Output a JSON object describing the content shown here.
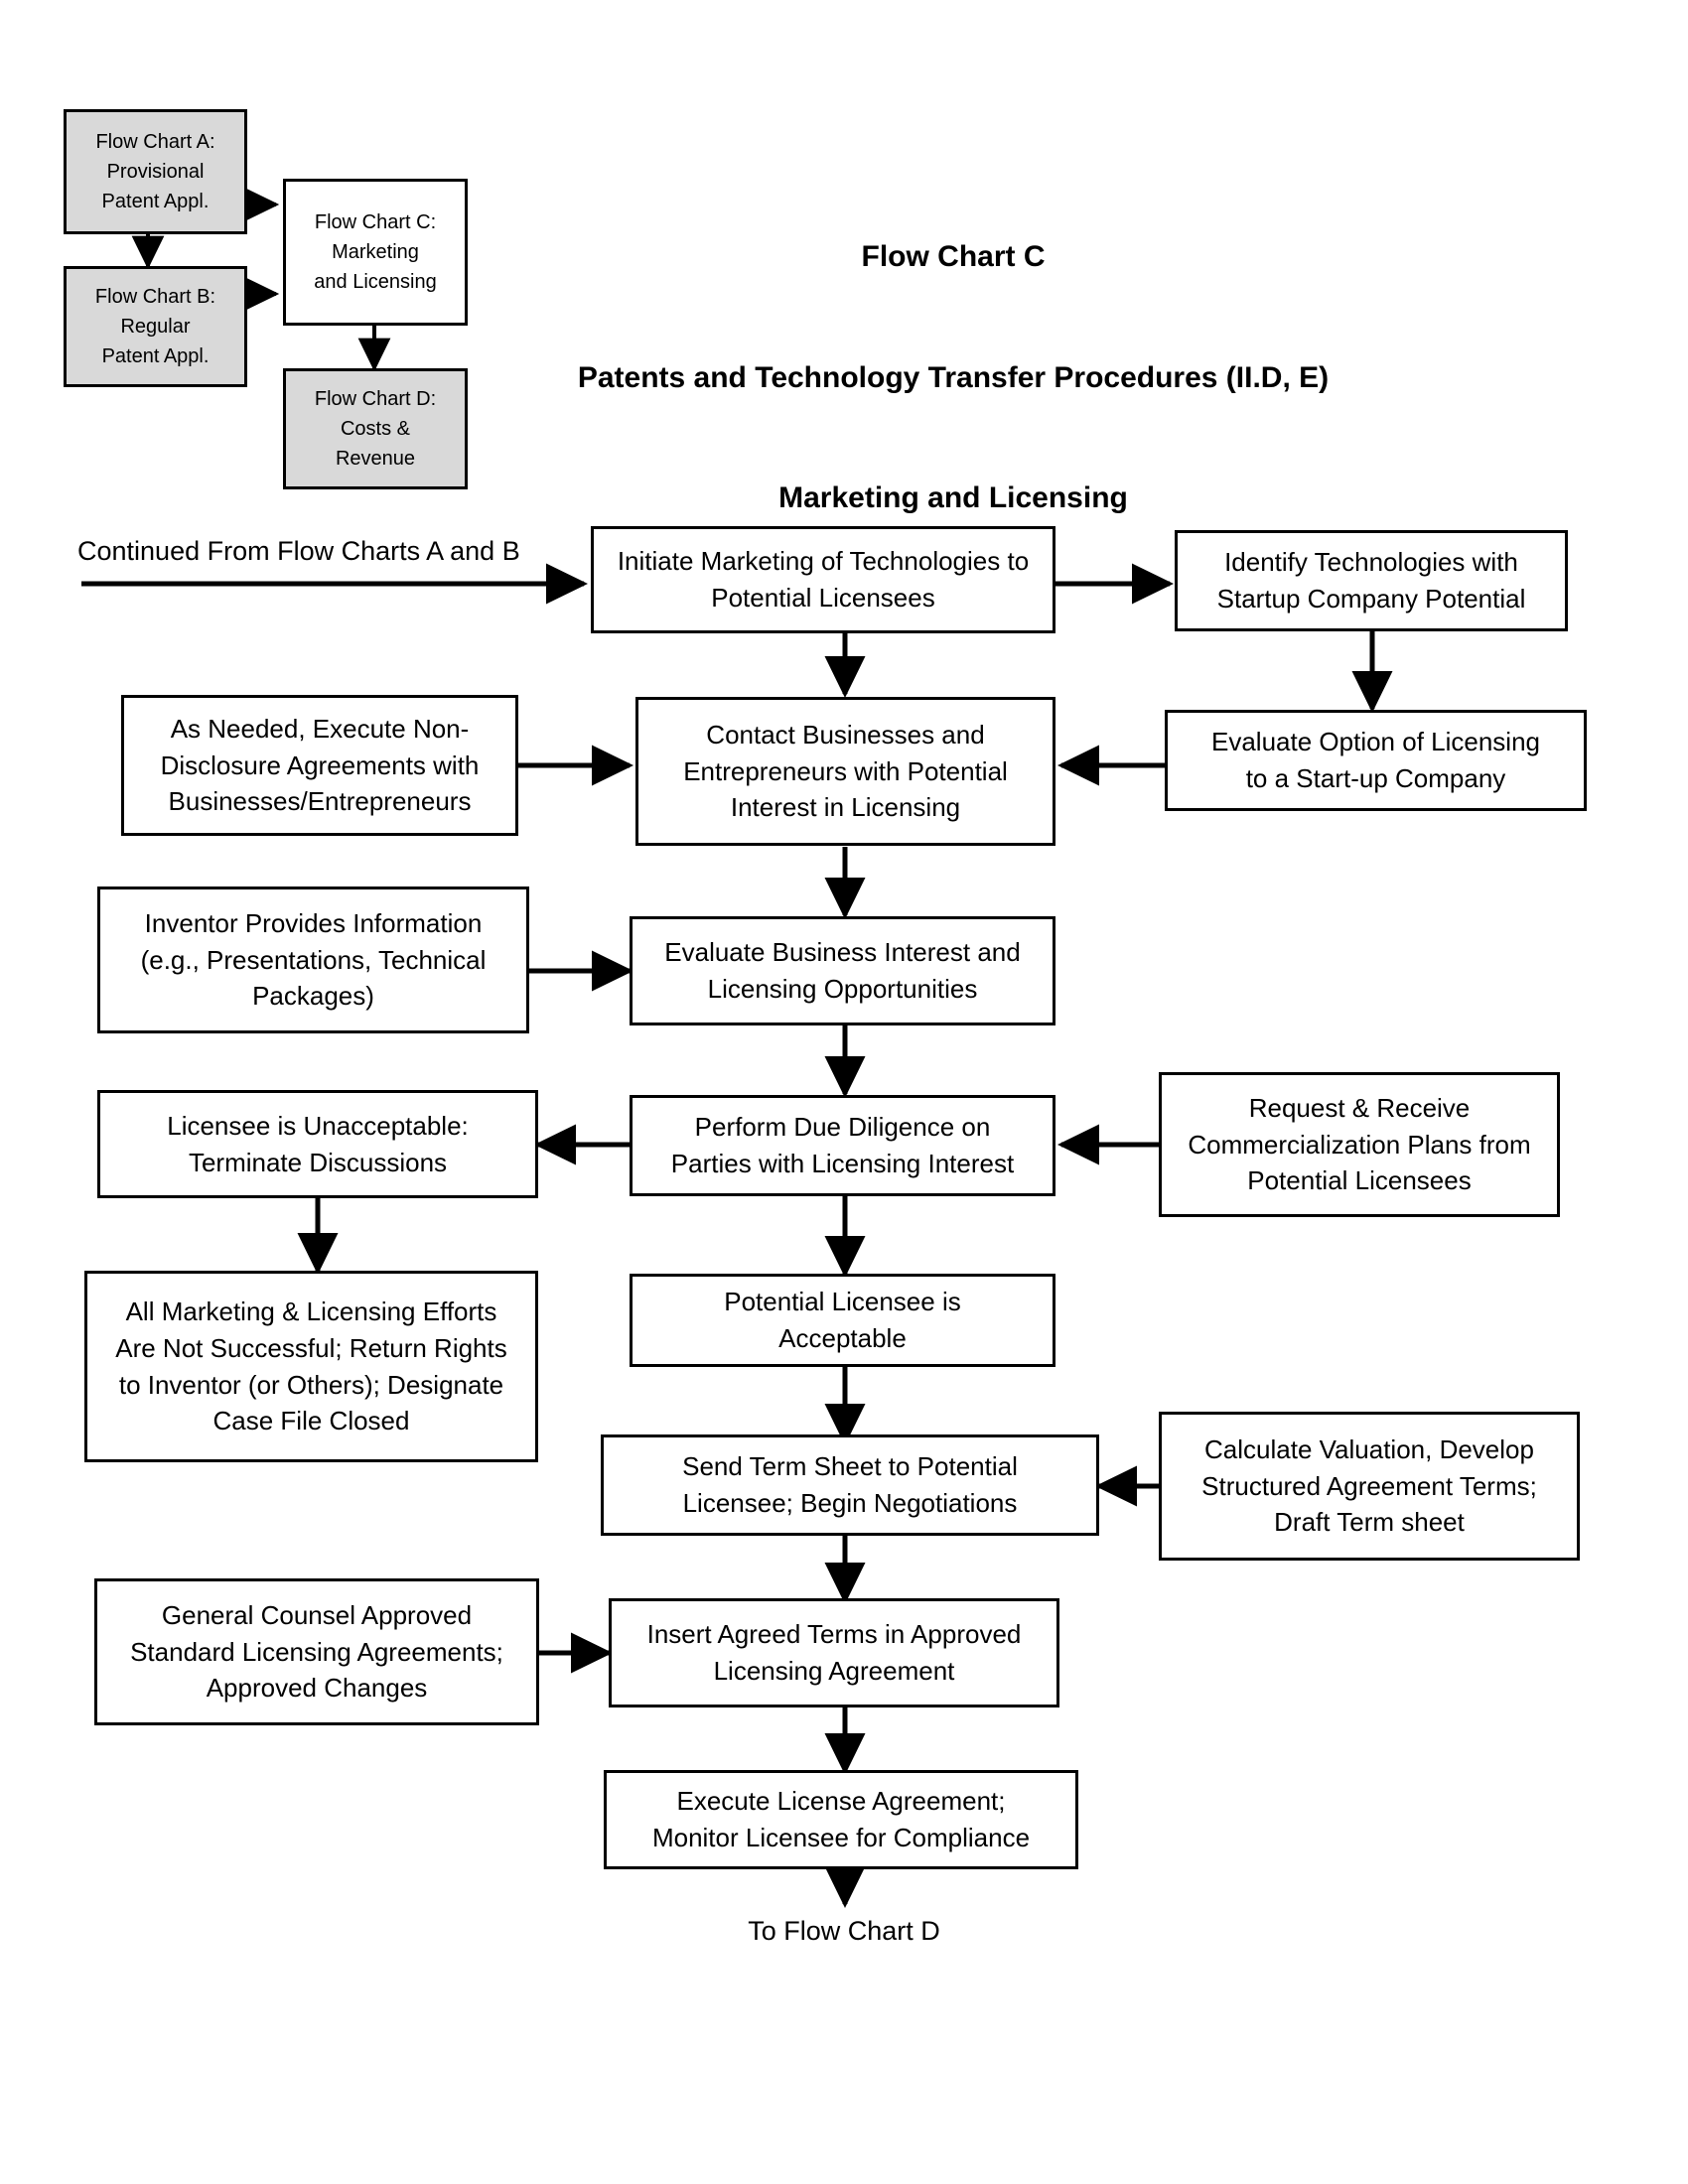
{
  "title": {
    "line1": "Flow Chart C",
    "line2": "Patents and Technology Transfer Procedures (II.D, E)",
    "line3": "Marketing and Licensing"
  },
  "legend": {
    "chart_a": "Flow Chart A:\nProvisional\nPatent Appl.",
    "chart_b": "Flow Chart B:\nRegular\nPatent Appl.",
    "chart_c": "Flow Chart C:\nMarketing\nand Licensing",
    "chart_d": "Flow Chart D:\nCosts &\nRevenue"
  },
  "labels": {
    "continued_from": "Continued From Flow Charts A and B",
    "to_flow_chart_d": "To Flow Chart D"
  },
  "nodes": {
    "initiate_marketing": "Initiate Marketing of Technologies to\nPotential Licensees",
    "identify_startup": "Identify Technologies with\nStartup Company Potential",
    "nda": "As Needed, Execute Non-\nDisclosure Agreements with\nBusinesses/Entrepreneurs",
    "contact_businesses": "Contact Businesses and\nEntrepreneurs with Potential\nInterest in Licensing",
    "evaluate_startup_option": "Evaluate Option of Licensing\nto a Start-up Company",
    "inventor_info": "Inventor Provides Information\n(e.g., Presentations, Technical\nPackages)",
    "evaluate_business_interest": "Evaluate Business Interest and\nLicensing Opportunities",
    "licensee_unacceptable": "Licensee is Unacceptable:\nTerminate Discussions",
    "due_diligence": "Perform Due Diligence on\nParties with Licensing Interest",
    "commercialization_plans": "Request & Receive\nCommercialization Plans from\nPotential Licensees",
    "not_successful": "All Marketing & Licensing Efforts\nAre Not Successful; Return Rights\nto Inventor (or Others); Designate\nCase File Closed",
    "licensee_acceptable": "Potential Licensee is\nAcceptable",
    "send_term_sheet": "Send Term Sheet to Potential\nLicensee; Begin Negotiations",
    "calculate_valuation": "Calculate Valuation, Develop\nStructured Agreement Terms;\nDraft Term sheet",
    "general_counsel": "General Counsel Approved\nStandard Licensing Agreements;\nApproved Changes",
    "insert_terms": "Insert Agreed Terms in Approved\nLicensing Agreement",
    "execute_license": "Execute License Agreement;\nMonitor Licensee for Compliance"
  },
  "colors": {
    "stroke": "#000000",
    "shaded_fill": "#d9d9d9",
    "background": "#ffffff"
  }
}
